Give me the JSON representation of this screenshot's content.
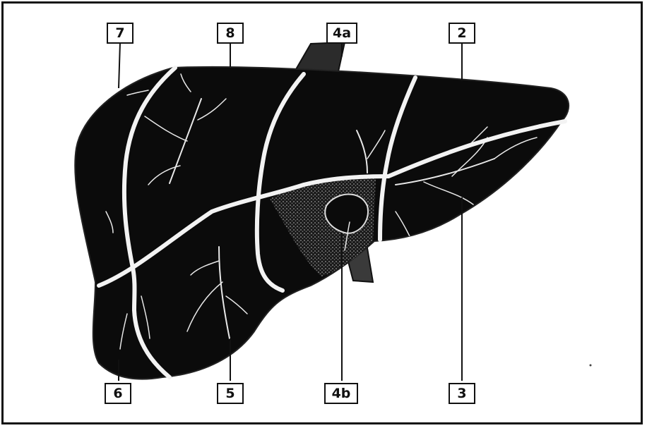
{
  "colors": {
    "liver_fill": "#0b0b0b",
    "boundary": "#f3f3f3",
    "background": "#ffffff",
    "gallbladder_stipple": "#8a8a8a"
  },
  "labels": {
    "top": [
      "7",
      "8",
      "4a",
      "2"
    ],
    "bottom": [
      "6",
      "5",
      "4b",
      "3"
    ]
  }
}
